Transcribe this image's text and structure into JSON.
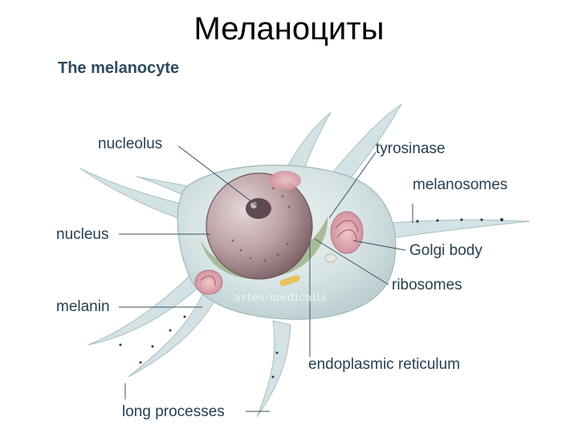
{
  "slide": {
    "title": "Меланоциты"
  },
  "diagram": {
    "heading": "The melanocyte",
    "watermark": "artes-medicalis",
    "labels": {
      "nucleolus": "nucleolus",
      "nucleus": "nucleus",
      "melanin": "melanin",
      "long_processes": "long processes",
      "tyrosinase": "tyrosinase",
      "melanosomes": "melanosomes",
      "golgi_body": "Golgi body",
      "ribosomes": "ribosomes",
      "endoplasmic_reticulum": "endoplasmic reticulum"
    }
  }
}
